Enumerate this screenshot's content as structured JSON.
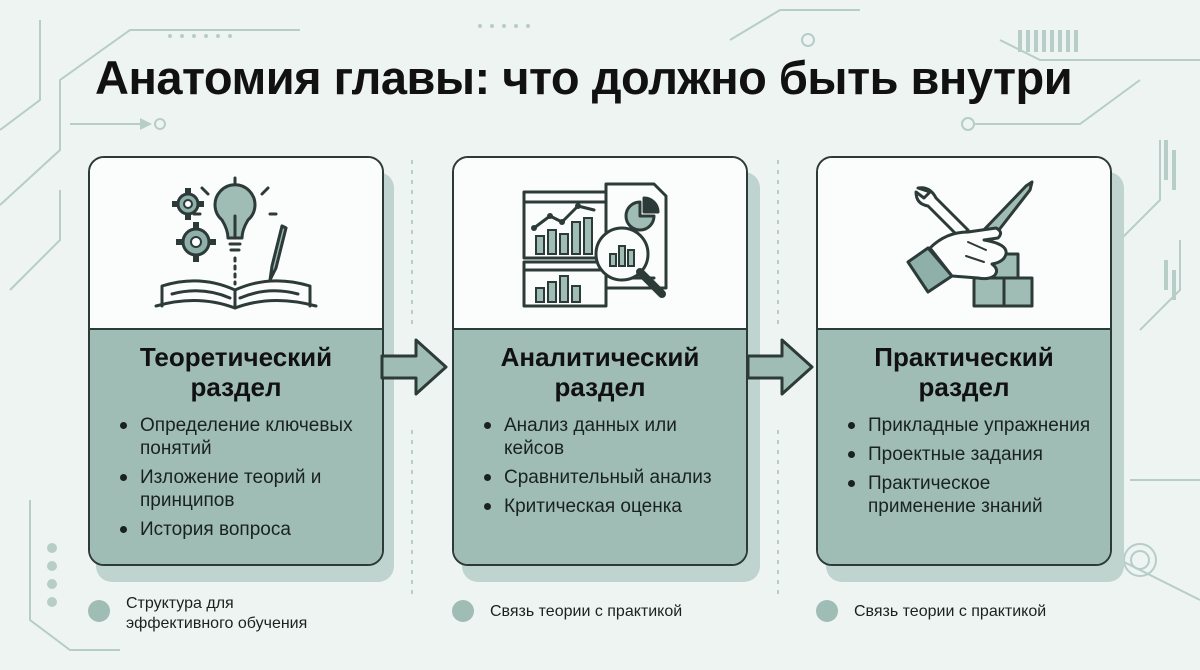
{
  "title": "Анатомия главы: что должно быть внутри",
  "sections": [
    {
      "title_line1": "Теоретический",
      "title_line2": "раздел",
      "icon": "book-lightbulb-gears-pencil-icon",
      "points": [
        "Определение ключевых понятий",
        "Изложение теорий и принципов",
        "История вопроса"
      ]
    },
    {
      "title_line1": "Аналитический",
      "title_line2": "раздел",
      "icon": "charts-magnifier-icon",
      "points": [
        "Анализ данных или кейсов",
        "Сравнительный анализ",
        "Критическая оценка"
      ]
    },
    {
      "title_line1": "Практический",
      "title_line2": "раздел",
      "icon": "hand-wrench-pencil-blocks-icon",
      "points": [
        "Прикладные упражнения",
        "Проектные задания",
        "Практическое применение знаний"
      ]
    }
  ],
  "footer": [
    {
      "line1": "Структура для",
      "line2": "эффективного обучения"
    },
    {
      "line1": "Связь теории с практикой",
      "line2": ""
    },
    {
      "line1": "Связь теории с практикой",
      "line2": ""
    }
  ],
  "colors": {
    "background": "#eef4f2",
    "card_bottom": "#9fbcb5",
    "accent_dark": "#2c3a38",
    "circuit": "#b6cdc8"
  }
}
